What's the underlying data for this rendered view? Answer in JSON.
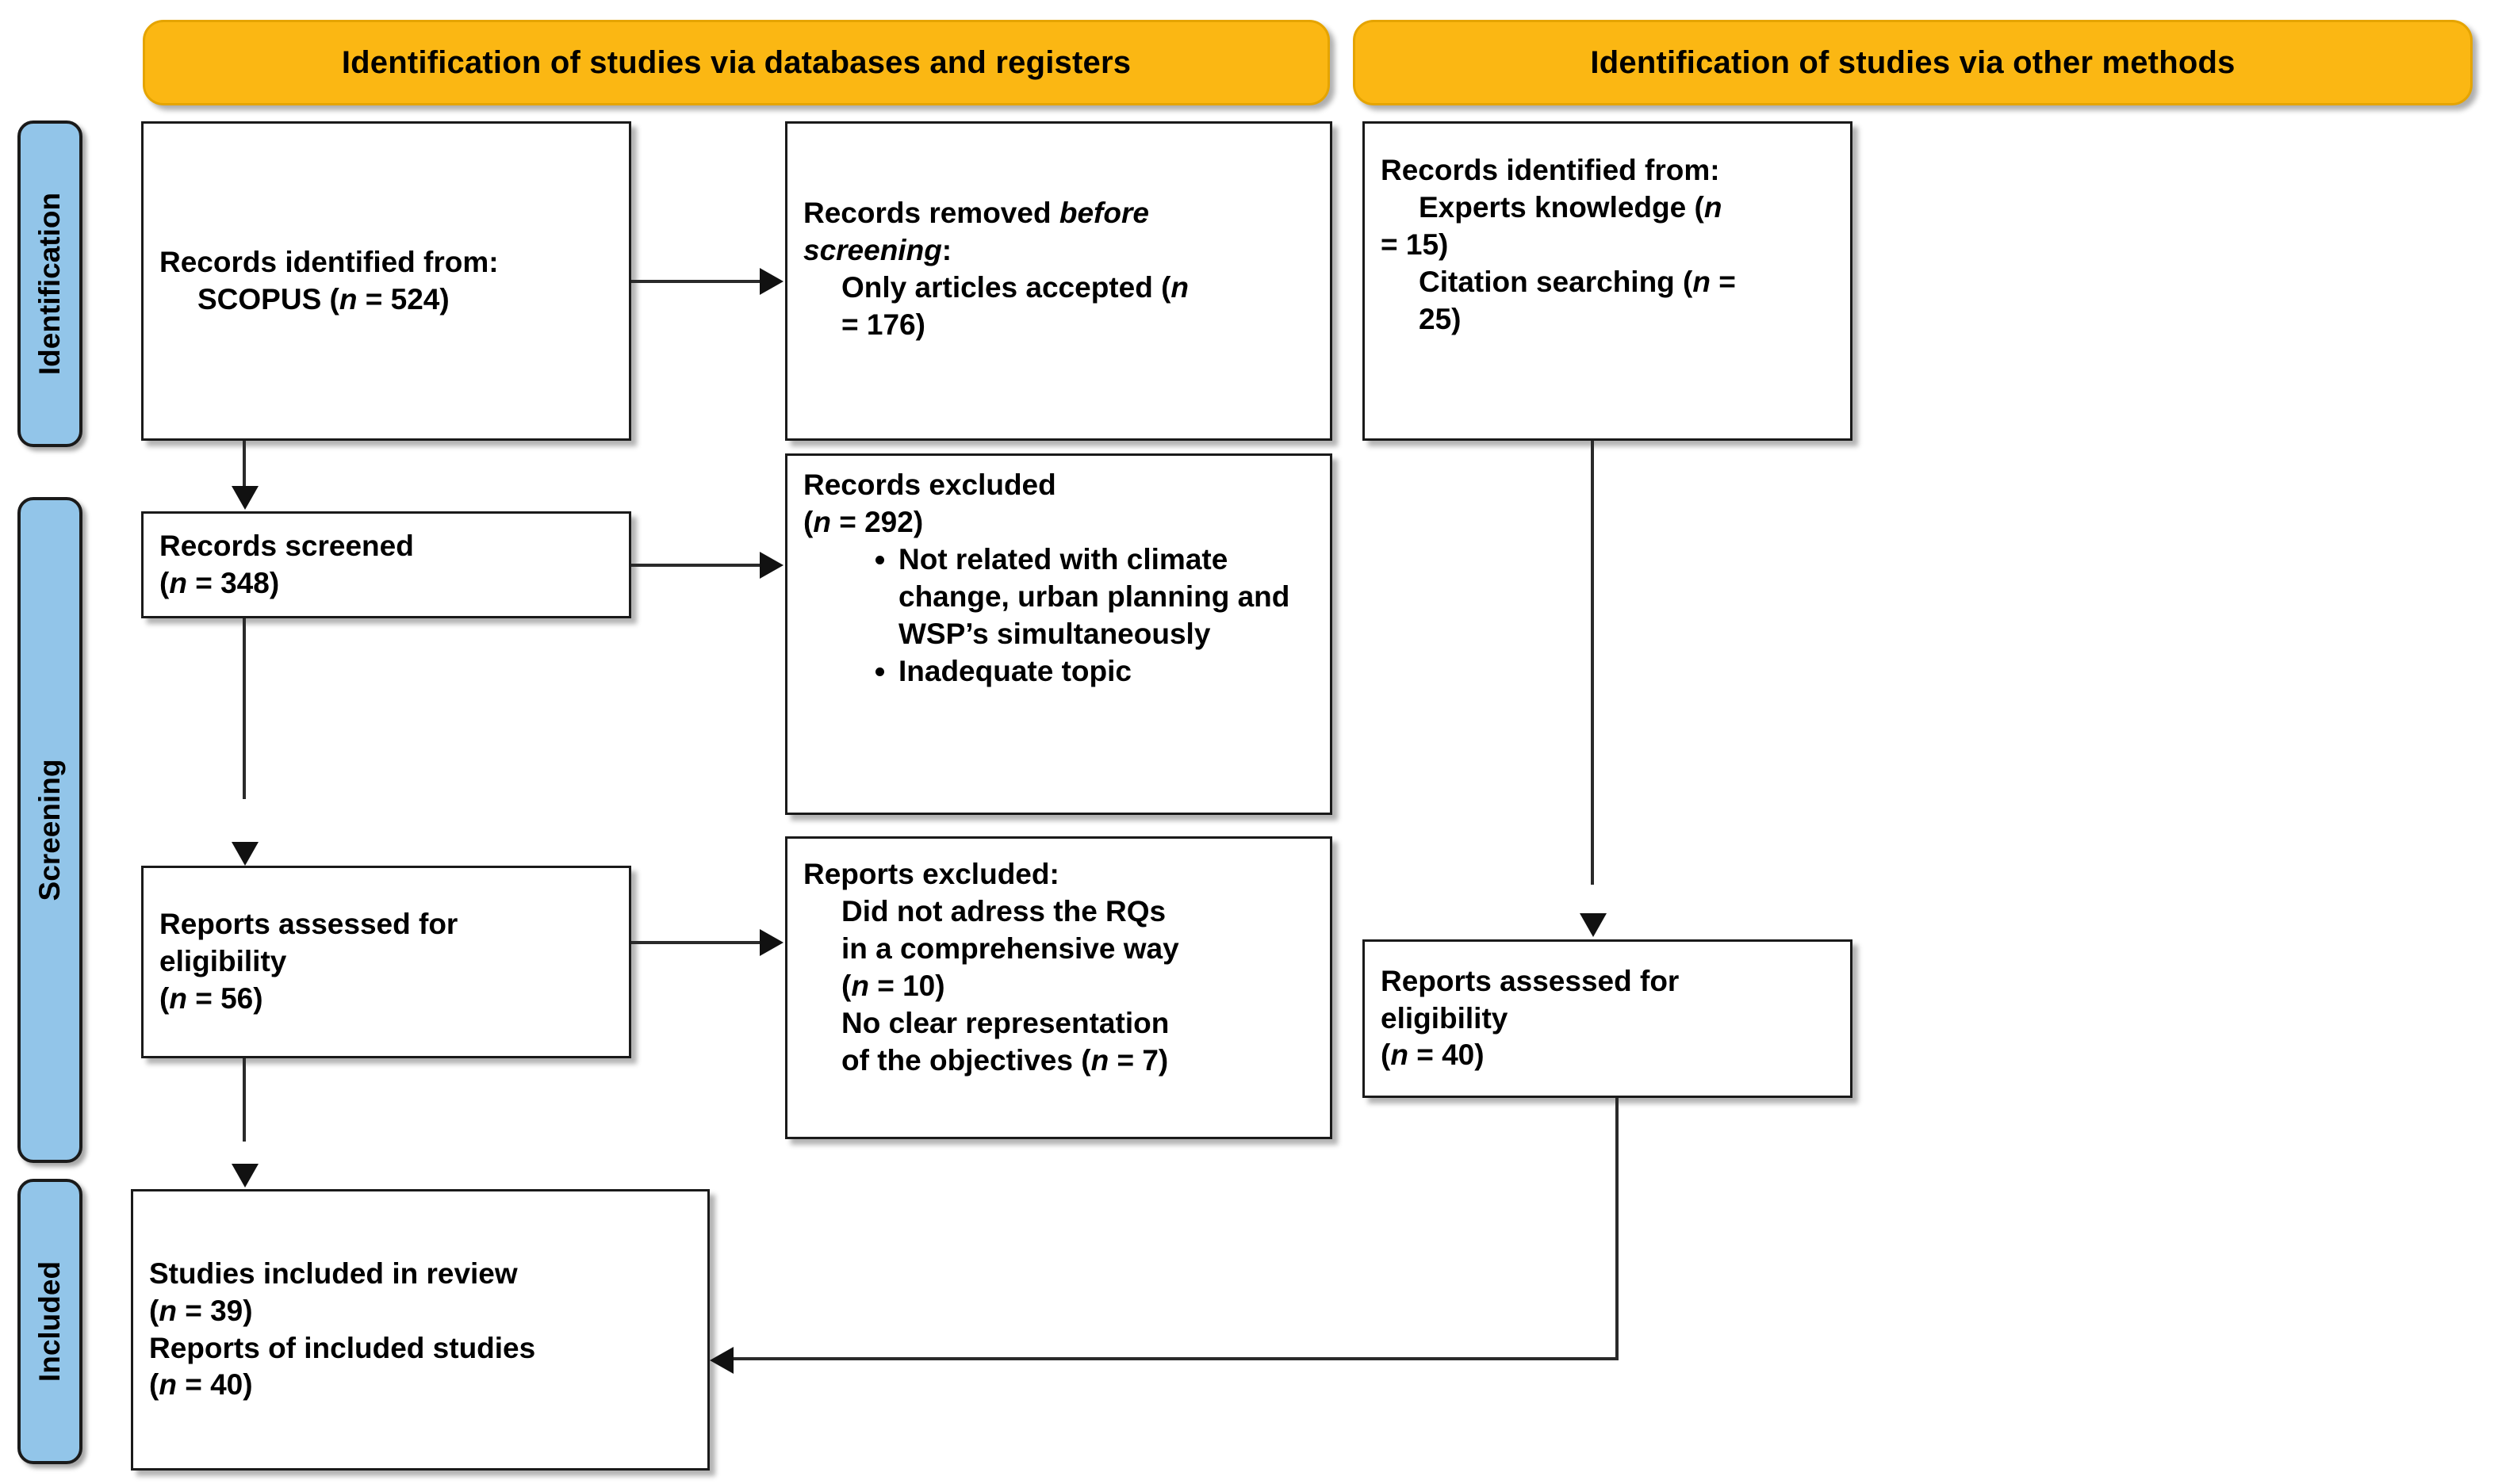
{
  "diagram": {
    "title": "PRISMA 2020 flow diagram",
    "colors": {
      "banner_fill": "#FBB713",
      "banner_border": "#E5A400",
      "phase_fill": "#92C5E9",
      "node_border": "#1A1A1A",
      "connector": "#2A2A2A",
      "text": "#000000"
    }
  },
  "banners": {
    "left": "Identification of studies via databases and registers",
    "right": "Identification of studies via other methods"
  },
  "phases": {
    "identification": "Identification",
    "screening": "Screening",
    "included": "Included"
  },
  "nodes": {
    "records_identified_db": {
      "line1": "Records identified from:",
      "line2_prefix": "SCOPUS (",
      "line2_n": "n",
      "line2_suffix": " = 524)"
    },
    "records_removed": {
      "line1_prefix": "Records removed ",
      "line1_em": "before",
      "line2_em": "screening",
      "line2_suffix": ":",
      "line3_prefix": "Only articles accepted (",
      "line3_n": "n",
      "line4": "= 176)"
    },
    "records_identified_other": {
      "line1": "Records identified from:",
      "line2_prefix": "Experts knowledge (",
      "line2_n": "n",
      "line3": "= 15)",
      "line4_prefix": "Citation searching (",
      "line4_n": "n",
      "line4_suffix": " =",
      "line5": "25)"
    },
    "records_screened": {
      "line1": "Records screened",
      "line2_prefix": "(",
      "line2_n": "n",
      "line2_suffix": " = 348)"
    },
    "records_excluded": {
      "line1": "Records excluded",
      "line2_prefix": "(",
      "line2_n": "n",
      "line2_suffix": " = 292)",
      "bullets": [
        "Not related with climate change, urban planning and WSP’s simultaneously",
        "Inadequate topic"
      ]
    },
    "reports_assessed_db": {
      "line1": "Reports assessed for",
      "line2": "eligibility",
      "line3_prefix": "(",
      "line3_n": "n",
      "line3_suffix": " = 56)"
    },
    "reports_excluded": {
      "line1": "Reports excluded:",
      "line2": "Did not adress the RQs",
      "line3": "in a comprehensive way",
      "line4_prefix": "(",
      "line4_n": "n",
      "line4_suffix": " = 10)",
      "line5": "No clear representation",
      "line6_prefix": "of the objectives (",
      "line6_n": "n",
      "line6_suffix": " = 7)"
    },
    "reports_assessed_other": {
      "line1": "Reports assessed for",
      "line2": "eligibility",
      "line3_prefix": "(",
      "line3_n": "n",
      "line3_suffix": " = 40)"
    },
    "studies_included": {
      "line1": "Studies included in review",
      "line2_prefix": "(",
      "line2_n": "n",
      "line2_suffix": " = 39)",
      "line3": "Reports of included studies",
      "line4_prefix": "(",
      "line4_n": "n",
      "line4_suffix": " = 40)"
    }
  }
}
